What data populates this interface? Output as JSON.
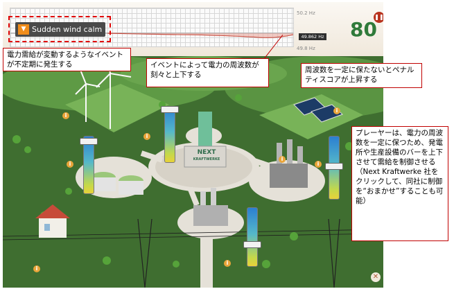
{
  "game": {
    "event_label": "Sudden wind calm",
    "event_icon": "dropdown-triangle-icon",
    "freq_max": "50.2 Hz",
    "freq_min": "49.8 Hz",
    "freq_current": "49.862 Hz",
    "score": "80",
    "pause_icon": "pause-icon",
    "close_icon": "close-icon",
    "factory_sign_line1": "NEXT",
    "factory_sign_line2": "KRAFTWERKE",
    "info_glyph": "i"
  },
  "annotations": {
    "event_note": "電力需給が変動するようなイベントが不定期に発生する",
    "frequency_note": "イベントによって電力の周波数が刻々と上下する",
    "penalty_note": "周波数を一定に保たないとペナルティスコアが上昇する",
    "player_note": "プレーヤーは、電力の周波数を一定に保つため、発電所や生産設備のバーを上下させて需給を制御させる（Next Kraftwerke 社をクリックして、同社に制御を“おまかせ”することも可能）"
  },
  "colors": {
    "score": "#2f7a3a",
    "callout_border": "#c00000",
    "event_button": "#4a4a4a",
    "event_icon": "#f08c1a",
    "pause": "#b8331e"
  }
}
